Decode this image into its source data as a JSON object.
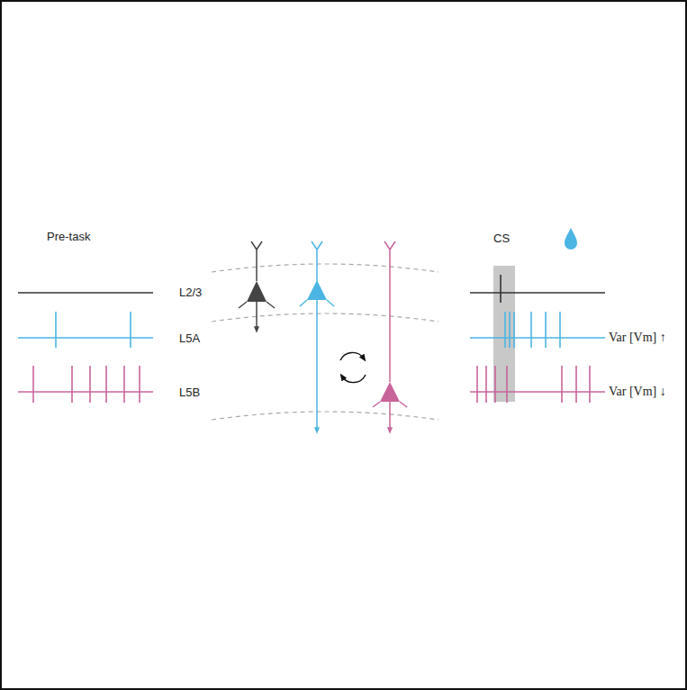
{
  "diagram": {
    "labels": [
      "Pre-task",
      "L2/3",
      "L5A",
      "L5B",
      "CS",
      "Var [Vm] ↑",
      "Var [Vm] ↓"
    ]
  }
}
